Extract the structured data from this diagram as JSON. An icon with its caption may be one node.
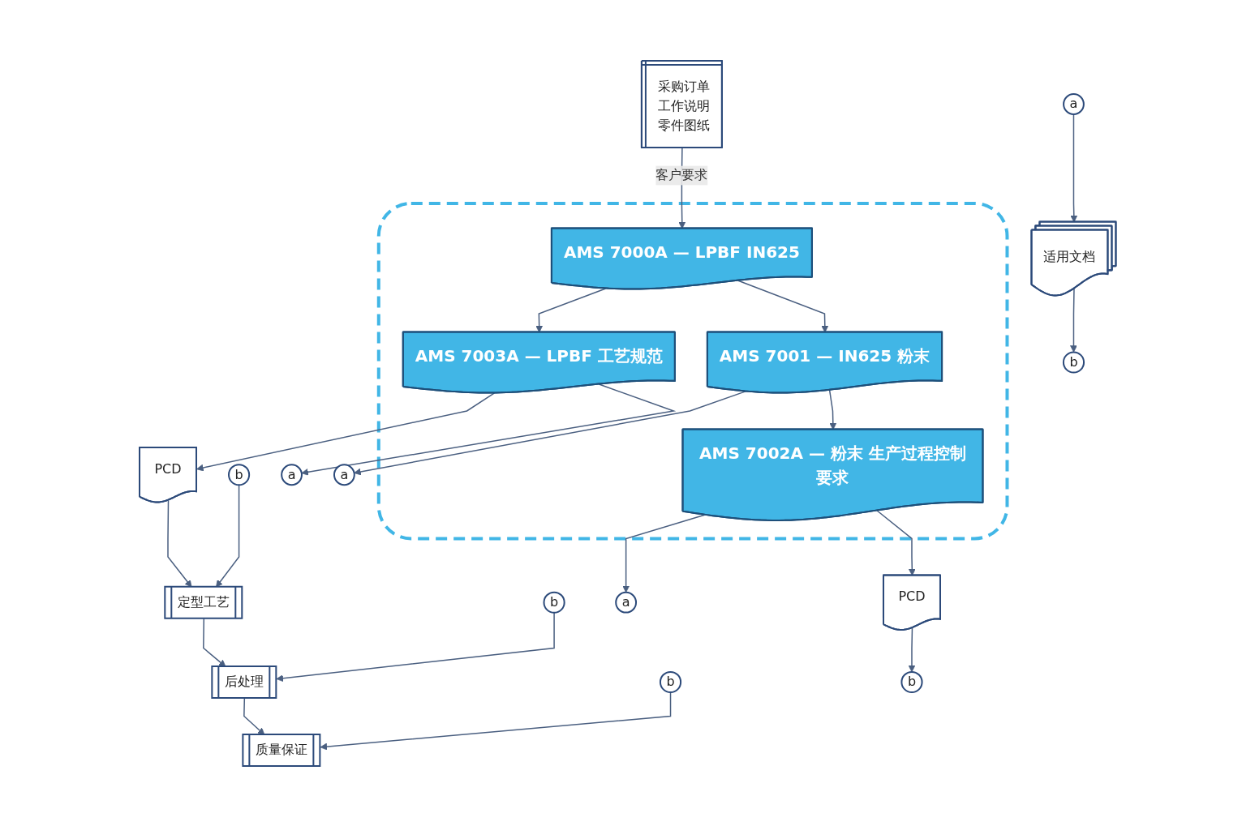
{
  "diagram": {
    "nodes": [
      {
        "text": [
          "采购订单",
          "工作说明",
          "零件图纸"
        ]
      },
      {
        "text": [
          "a"
        ]
      },
      {
        "text": [
          "适用文档"
        ]
      },
      {
        "text": [
          "b"
        ]
      },
      {
        "text": [],
        "shape": "box"
      },
      {
        "text": [
          "AMS 7000A — LPBF IN625"
        ],
        "in": 4
      },
      {
        "text": [
          "AMS 7003A — LPBF 工艺规范"
        ],
        "in": 4
      },
      {
        "text": [
          "AMS 7001 — IN625 粉末"
        ],
        "in": 4
      },
      {
        "text": [
          "AMS 7002A — 粉末 生产过程控制要求"
        ],
        "in": 4
      },
      {
        "text": [
          "PCD"
        ]
      },
      {
        "text": [
          "a"
        ]
      },
      {
        "text": [
          "a"
        ]
      },
      {
        "text": [
          "b"
        ]
      },
      {
        "text": [
          "b"
        ]
      },
      {
        "text": [
          "PCD"
        ]
      },
      {
        "text": [
          "a"
        ]
      },
      {
        "text": [
          "b"
        ]
      },
      {
        "text": [
          "定型工艺"
        ]
      },
      {
        "text": [
          "后处理"
        ]
      },
      {
        "text": [
          "质量保证"
        ]
      },
      {
        "text": [
          "b"
        ]
      }
    ],
    "edges": [
      {
        "from": 0,
        "to": 5,
        "arrow": "to",
        "label": "客户要求"
      },
      {
        "from": 1,
        "to": 2,
        "arrow": "to"
      },
      {
        "from": 2,
        "to": 3,
        "arrow": "to"
      },
      {
        "from": 5,
        "to": 6,
        "arrow": "to"
      },
      {
        "from": 5,
        "to": 7,
        "arrow": "to"
      },
      {
        "from": 7,
        "to": 8,
        "arrow": "to"
      },
      {
        "from": 6,
        "to": 9,
        "arrow": "to"
      },
      {
        "from": 6,
        "to": 10,
        "arrow": "to"
      },
      {
        "from": 7,
        "to": 11,
        "arrow": "to"
      },
      {
        "from": 8,
        "to": 14,
        "arrow": "to"
      },
      {
        "from": 8,
        "to": 15,
        "arrow": "to"
      },
      {
        "from": 9,
        "to": 17,
        "arrow": "to"
      },
      {
        "from": 16,
        "to": 17,
        "arrow": "to"
      },
      {
        "from": 17,
        "to": 18,
        "arrow": "to"
      },
      {
        "from": 12,
        "to": 18,
        "arrow": "to"
      },
      {
        "from": 18,
        "to": 19,
        "arrow": "to"
      },
      {
        "from": 13,
        "to": 19,
        "arrow": "to"
      },
      {
        "from": 14,
        "to": 20,
        "arrow": "to"
      }
    ]
  }
}
